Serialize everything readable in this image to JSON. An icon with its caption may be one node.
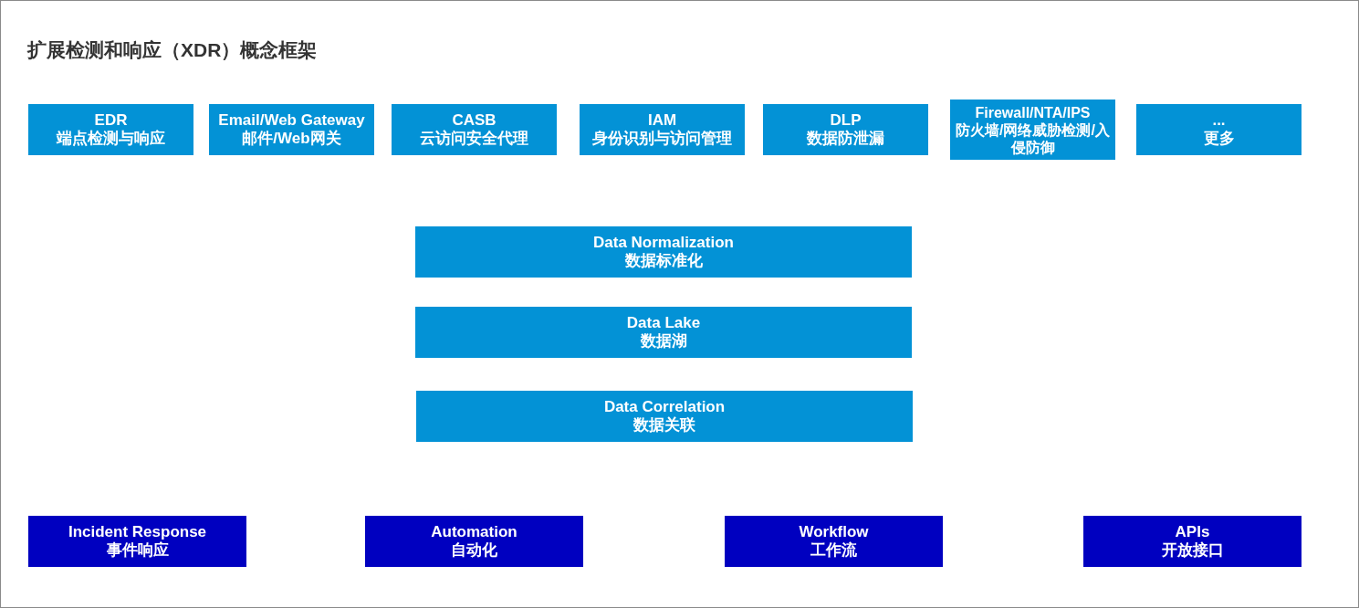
{
  "diagram": {
    "title": "扩展检测和响应（XDR）概念框架",
    "nodes": [
      {
        "text": [
          "EDR",
          "端点检测与响应"
        ]
      },
      {
        "text": [
          "Email/Web Gateway",
          "邮件/Web网关"
        ]
      },
      {
        "text": [
          "CASB",
          "云访问安全代理"
        ]
      },
      {
        "text": [
          "IAM",
          "身份识别与访问管理"
        ]
      },
      {
        "text": [
          "DLP",
          "数据防泄漏"
        ]
      },
      {
        "text": [
          "Firewall/NTA/IPS",
          "防火墙/网络威胁检测/入侵防御"
        ]
      },
      {
        "text": [
          "...",
          "更多"
        ]
      },
      {
        "text": [
          "Data Normalization",
          "数据标准化"
        ]
      },
      {
        "text": [
          "Data Lake",
          "数据湖"
        ]
      },
      {
        "text": [
          "Data Correlation",
          "数据关联"
        ]
      },
      {
        "text": [
          "Incident Response",
          "事件响应"
        ]
      },
      {
        "text": [
          "Automation",
          "自动化"
        ]
      },
      {
        "text": [
          "Workflow",
          "工作流"
        ]
      },
      {
        "text": [
          "APIs",
          "开放接口"
        ]
      }
    ]
  }
}
